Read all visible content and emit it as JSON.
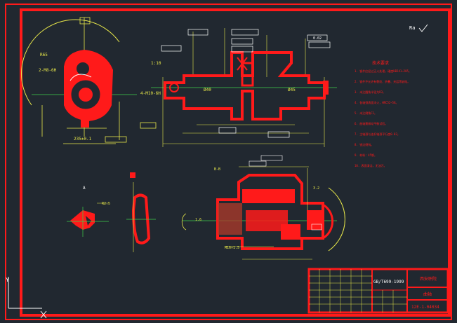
{
  "drawing": {
    "corner_mark": "Ra",
    "standard_ref": "GB/T699-1999",
    "drawing_number": "12E-1-04034",
    "ucs_label": "Y",
    "section_label_1": "A",
    "section_label_2": "B",
    "note_title": "技术要求",
    "notes": [
      "1. 锻件应经过正火处理，硬度HB241~285。",
      "2. 锻件不允许有裂纹、折叠、夹层等缺陷。",
      "3. 未注圆角半径为R3。",
      "4. 各轴颈表面淬火，HRC52~58。",
      "5. 未注倒角C1。",
      "6. 曲轴需做动平衡试验。",
      "7. 主轴颈与连杆轴颈平行度0.02。",
      "8. 锐边倒钝。",
      "9. 材料：45钢。",
      "10. 表面清洁，无油污。"
    ],
    "dims": {
      "d1": "R65",
      "d2": "2-M8-6H",
      "d3": "4-M10-6H",
      "d4": "235±0.1",
      "d5": "1:10",
      "d6": "0.02",
      "d7": "Ø40",
      "d8": "Ø45",
      "d9": "R2.5",
      "d10": "M16×1.5",
      "d11": "B-B",
      "d12": "1.6",
      "d13": "3.2"
    },
    "title_block": {
      "company": "西安职院",
      "part_name": "曲轴",
      "material_ref": "GB/T699-1999"
    }
  },
  "colors": {
    "background": "#212830",
    "frame": "#ff1a1a",
    "geometry": "#ff1a1a",
    "dimension": "#e8e84a",
    "center": "#3fd04a",
    "white": "#ffffff",
    "cyan": "#40e0e0"
  }
}
